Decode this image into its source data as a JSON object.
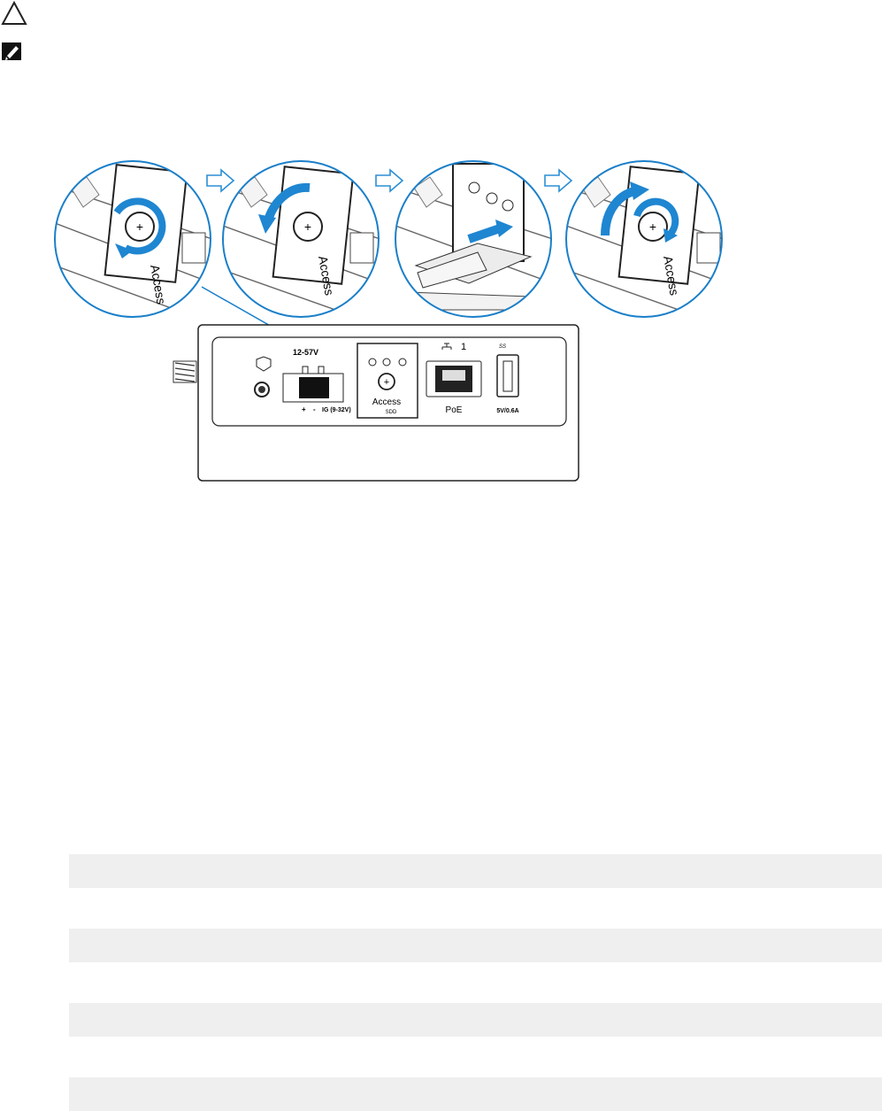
{
  "icons": {
    "caution": "caution-triangle-icon",
    "note": "note-pencil-icon"
  },
  "illustration": {
    "callout_color": "#1a7fc9",
    "step_arrow_color": "#2b8fd6",
    "access_label": "Access",
    "sdd_label": "SDD",
    "power_label": "12-57V",
    "terminal_labels": [
      "+",
      "-",
      "IG (9-32V)"
    ],
    "lan_number": "1",
    "poe_label": "PoE",
    "usb_label": "5V/0.6A",
    "usb_logo": "SS"
  },
  "table_rows": [
    "",
    "",
    "",
    ""
  ]
}
